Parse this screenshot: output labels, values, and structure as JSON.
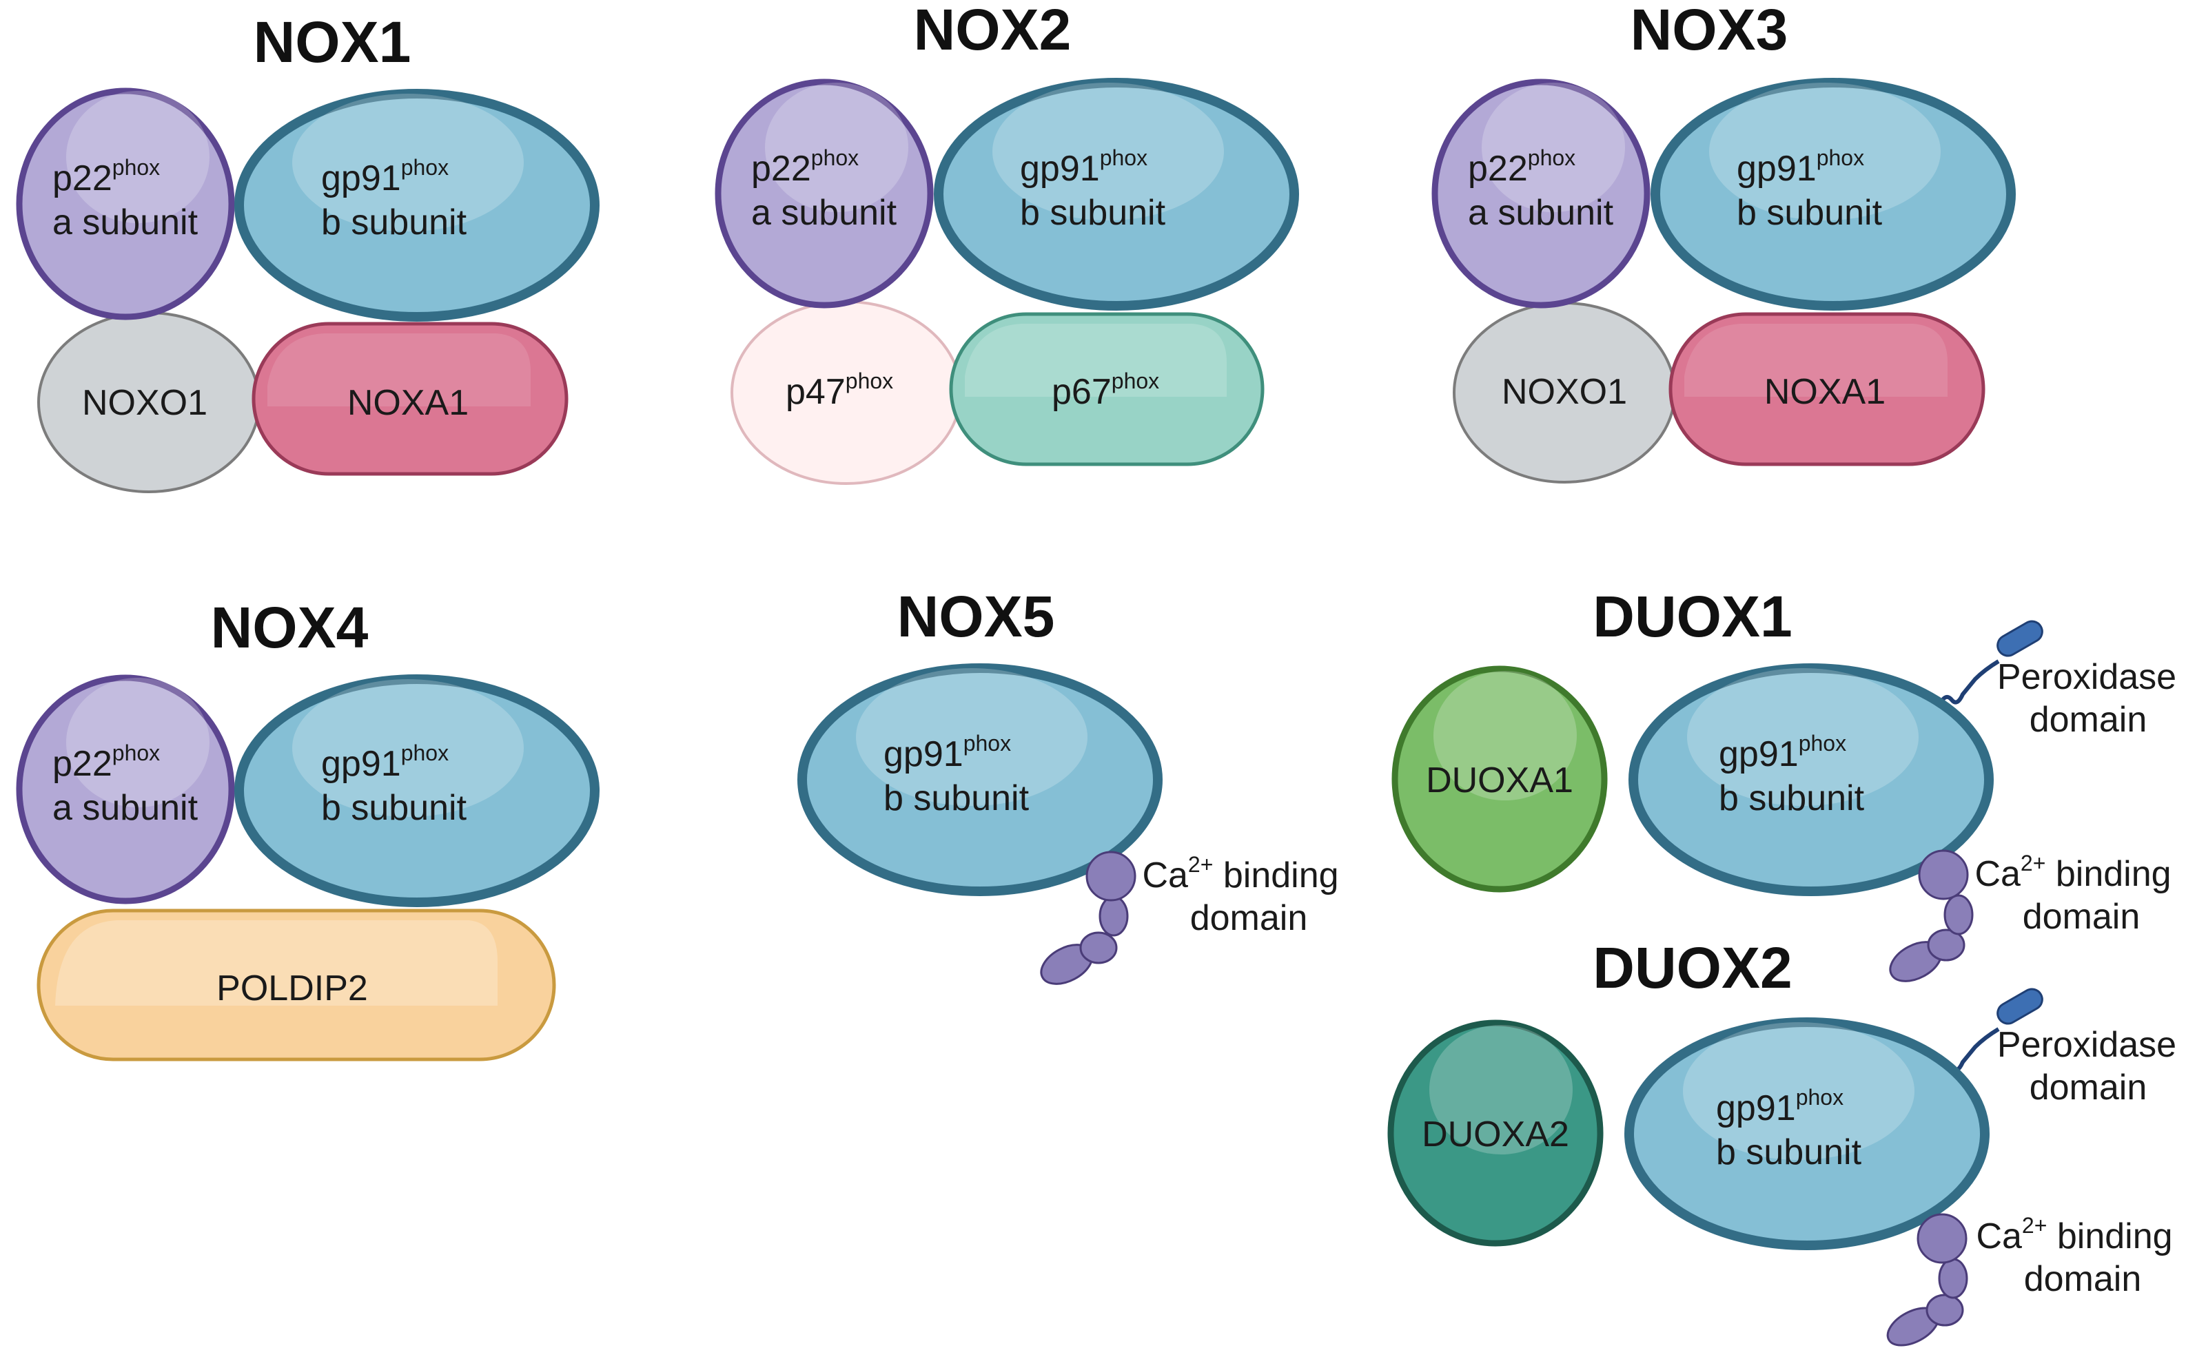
{
  "colors": {
    "p22_fill": "#b3a9d6",
    "p22_stroke": "#5b4590",
    "gp91_fill": "#85bfd5",
    "gp91_stroke": "#336d86",
    "noxo1_fill": "#cfd3d6",
    "noxo1_stroke": "#7c7c7c",
    "noxa1_fill": "#db7793",
    "noxa1_stroke": "#9a3a58",
    "p47_fill": "#fff1f1",
    "p47_stroke": "#e0b8bd",
    "p67_fill": "#98d3c6",
    "p67_stroke": "#3f8f7c",
    "poldip2_fill": "#f9d29d",
    "poldip2_stroke": "#c99a3f",
    "duoxa1_fill": "#7bbd68",
    "duoxa1_stroke": "#3f7a2c",
    "duoxa2_fill": "#3b9886",
    "duoxa2_stroke": "#1d5a4c",
    "ca_bead_fill": "#8a7fb8",
    "ca_bead_stroke": "#4a3c78",
    "peroxidase_fill": "#3d6fb3",
    "peroxidase_stroke": "#1f3f74"
  },
  "subunit_labels": {
    "p22_main": "p22",
    "p22_sup": "phox",
    "p22_sub": "a subunit",
    "gp91_main": "gp91",
    "gp91_sup": "phox",
    "gp91_sub": "b subunit",
    "noxo1": "NOXO1",
    "noxa1": "NOXA1",
    "p47_main": "p47",
    "p47_sup": "phox",
    "p67_main": "p67",
    "p67_sup": "phox",
    "poldip2": "POLDIP2",
    "duoxa1": "DUOXA1",
    "duoxa2": "DUOXA2"
  },
  "domain_labels": {
    "ca_main": "Ca",
    "ca_sup": "2+",
    "ca_rest": " binding",
    "ca_line2": "domain",
    "perox_line1": "Peroxidase",
    "perox_line2": "domain"
  },
  "complexes": [
    {
      "title": "NOX1"
    },
    {
      "title": "NOX2"
    },
    {
      "title": "NOX3"
    },
    {
      "title": "NOX4"
    },
    {
      "title": "NOX5"
    },
    {
      "title": "DUOX1"
    },
    {
      "title": "DUOX2"
    }
  ]
}
